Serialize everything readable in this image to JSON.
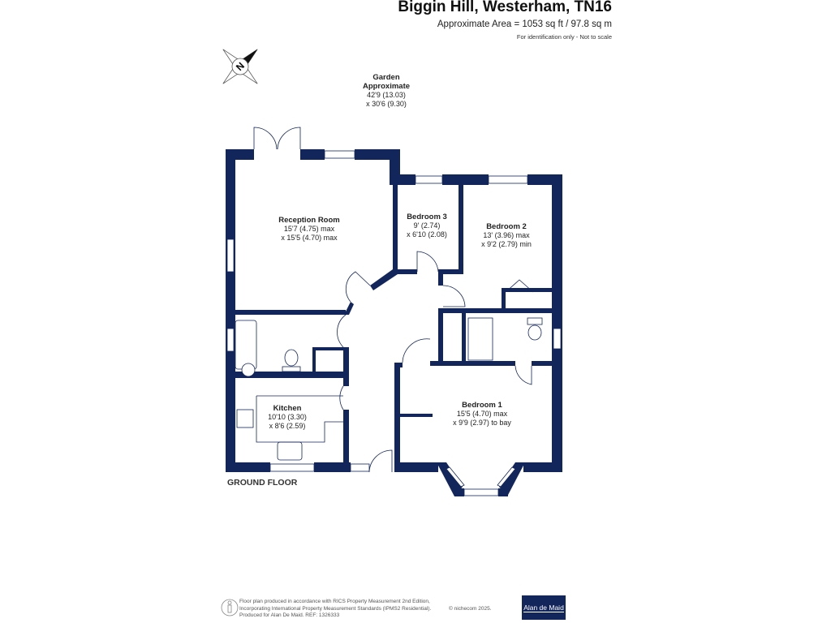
{
  "header": {
    "title": "Biggin Hill, Westerham, TN16",
    "area": "Approximate Area = 1053 sq ft / 97.8 sq m",
    "note": "For identification only - Not to scale"
  },
  "compass": {
    "label": "N"
  },
  "rooms": {
    "garden": {
      "name": "Garden",
      "name2": "Approximate",
      "dim1": "42'9 (13.03)",
      "dim2": "x 30'6 (9.30)"
    },
    "reception": {
      "name": "Reception Room",
      "dim1": "15'7 (4.75) max",
      "dim2": "x 15'5 (4.70) max"
    },
    "bedroom3": {
      "name": "Bedroom 3",
      "dim1": "9' (2.74)",
      "dim2": "x 6'10 (2.08)"
    },
    "bedroom2": {
      "name": "Bedroom 2",
      "dim1": "13' (3.96) max",
      "dim2": "x 9'2 (2.79) min"
    },
    "kitchen": {
      "name": "Kitchen",
      "dim1": "10'10 (3.30)",
      "dim2": "x 8'6 (2.59)"
    },
    "bedroom1": {
      "name": "Bedroom 1",
      "dim1": "15'5 (4.70) max",
      "dim2": "x 9'9 (2.97) to bay"
    }
  },
  "floor_label": "GROUND FLOOR",
  "footer": {
    "line1": "Floor plan produced in accordance with RICS Property Measurement 2nd Edition,",
    "line2": "Incorporating International Property Measurement Standards (IPMS2 Residential).",
    "line3": "Produced for Alan De Maid.   REF: 1326333",
    "copyright": "© nichecom 2025.",
    "logo": "Alan de Maid"
  },
  "colors": {
    "wall": "#13265c"
  }
}
